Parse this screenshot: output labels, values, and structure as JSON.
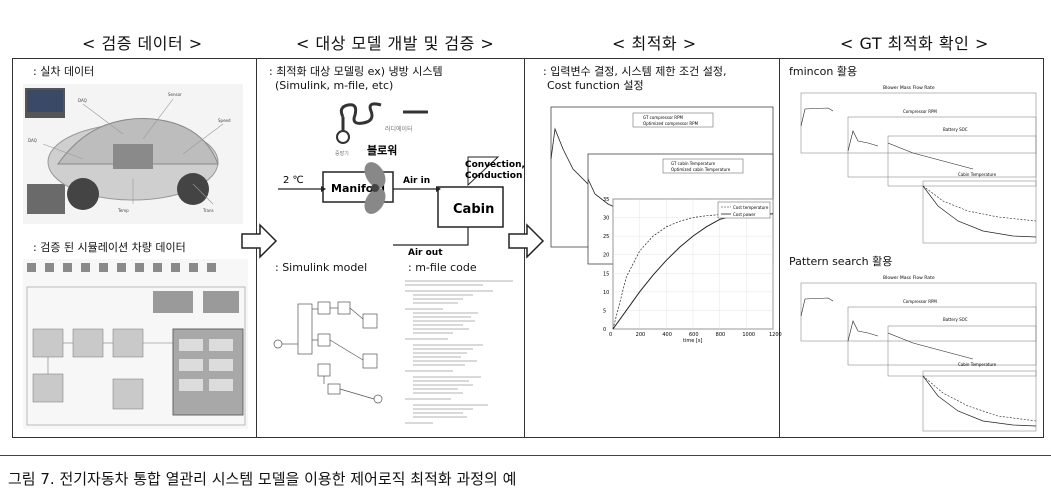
{
  "headers": {
    "h1": "< 검증 데이터 >",
    "h2": "< 대상 모델 개발 및 검증 >",
    "h3": "< 최적화 >",
    "h4": "< GT 최적화 확인 >"
  },
  "col1": {
    "label1": ": 실차 데이터",
    "label2": ": 검증 된 시뮬레이션 차량 데이터"
  },
  "col2": {
    "label1": ": 최적화 대상 모델링  ex) 냉방 시스템",
    "label2": "(Simulink, m-file, etc)",
    "diagram": {
      "blower": "블로워",
      "manifold": "Manifold",
      "cabin": "Cabin",
      "air_in": "Air in",
      "air_out": "Air out",
      "temp": "2 ℃",
      "convection": "Convection,",
      "conduction": "Conduction"
    },
    "label3": ": Simulink model",
    "label4": ": m-file code"
  },
  "col3": {
    "label1": ": 입력변수 결정, 시스템 제한 조건 설정,",
    "label2": "Cost function 설정",
    "chart_back": {
      "legend": [
        "GT compressor RPM",
        "Optimized compressor RPM"
      ]
    },
    "chart_mid": {
      "legend": [
        "GT cabin Temperature",
        "Optimized cabin Temperature"
      ]
    },
    "chart_front": {
      "legend": [
        "Cost temperature",
        "Cost power"
      ],
      "xlabel": "time [s]"
    }
  },
  "col4": {
    "label1": "fmincon 활용",
    "label2": "Pattern search 활용",
    "mini_titles": [
      "Blower Mass Flow Rate",
      "Compressor RPM",
      "Battery SOC",
      "Cabin Temperature"
    ]
  },
  "caption": "그림 7. 전기자동차 통합 열관리 시스템 모델을 이용한 제어로직 최적화 과정의 예",
  "chart_data": {
    "type": "line",
    "x": [
      0,
      100,
      200,
      300,
      400,
      500,
      600,
      700,
      800,
      900,
      1000,
      1100,
      1200
    ],
    "xlim": [
      0,
      1200
    ],
    "ylim": [
      0,
      35
    ],
    "yticks": [
      0,
      5,
      10,
      15,
      20,
      25,
      30,
      35
    ],
    "xticks": [
      0,
      200,
      400,
      600,
      800,
      1000,
      1200
    ],
    "xlabel": "time [s]",
    "series": [
      {
        "name": "Cost temperature",
        "values": [
          0,
          14,
          21,
          25,
          27.5,
          29,
          30,
          30.5,
          30.8,
          31,
          31,
          31,
          31
        ]
      },
      {
        "name": "Cost power",
        "values": [
          0,
          5,
          10,
          14.5,
          18.5,
          22,
          25,
          27.5,
          29.5,
          30.5,
          31,
          31,
          31
        ]
      }
    ]
  }
}
